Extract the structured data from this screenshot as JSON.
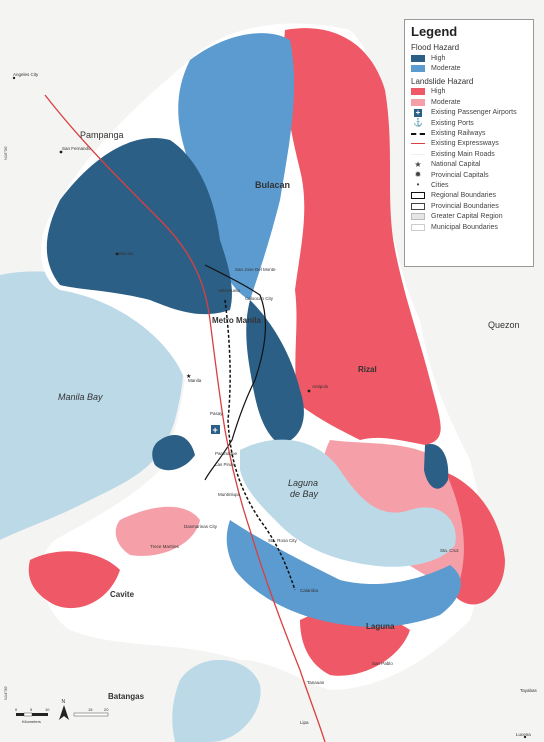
{
  "colors": {
    "water": "#bcd9e8",
    "land": "#f4f4f2",
    "municipal_white": "#ffffff",
    "flood_high": "#2c5f86",
    "flood_moderate": "#5b9bd0",
    "landslide_high": "#ef5866",
    "landslide_moderate": "#f5a0a8",
    "expressway": "#d94040",
    "railway": "#111111"
  },
  "legend": {
    "title": "Legend",
    "flood_heading": "Flood Hazard",
    "flood_high": "High",
    "flood_moderate": "Moderate",
    "landslide_heading": "Landslide Hazard",
    "landslide_high": "High",
    "landslide_moderate": "Moderate",
    "airports": "Existing Passenger Airports",
    "ports": "Existing Ports",
    "railways": "Existing Railways",
    "expressways": "Existing Expressways",
    "main_roads": "Existing Main Roads",
    "national_capital": "National Capital",
    "provincial_capitals": "Provincial Capitals",
    "cities": "Cities",
    "regional_boundaries": "Regional Boundaries",
    "provincial_boundaries": "Provincial Boundaries",
    "greater_capital": "Greater Capital Region",
    "municipal_boundaries": "Municipal Boundaries"
  },
  "places": {
    "pampanga": "Pampanga",
    "bulacan": "Bulacan",
    "quezon": "Quezon",
    "metro_manila": "Metro Manila",
    "rizal": "Rizal",
    "manila_bay": "Manila Bay",
    "laguna_de_bay_1": "Laguna",
    "laguna_de_bay_2": "de Bay",
    "cavite": "Cavite",
    "laguna": "Laguna",
    "batangas": "Batangas",
    "angeles": "Angeles City",
    "san_fernando": "San Fernando",
    "malolos": "Malolos",
    "sjdm": "San Jose Del Monte",
    "valenzuela": "Valenzuela",
    "caloocan": "Caloocan City",
    "antipolo": "Antipolo",
    "manila": "Manila",
    "pasay": "Pasay",
    "paranaque": "Paranaque",
    "las_pinas": "Las Pinas",
    "muntinlupa": "Muntinlupa",
    "dasmarinas": "Dasmarinas City",
    "trece": "Trece Martires",
    "sta_rosa": "Sta. Rosa City",
    "calamba": "Calamba",
    "sta_cruz": "Sta. Cruz",
    "san_pablo": "San Pablo",
    "tanauan": "Tanauan",
    "lipa": "Lipa",
    "lucena": "Lucena",
    "tayabas": "Tayabas",
    "north": "N",
    "scale_unit": "Kilometers",
    "coord_1": "N15°30'",
    "coord_2": "N14°30'",
    "scale_ticks": [
      "0",
      "2.5",
      "5",
      "10",
      "15",
      "20"
    ]
  }
}
